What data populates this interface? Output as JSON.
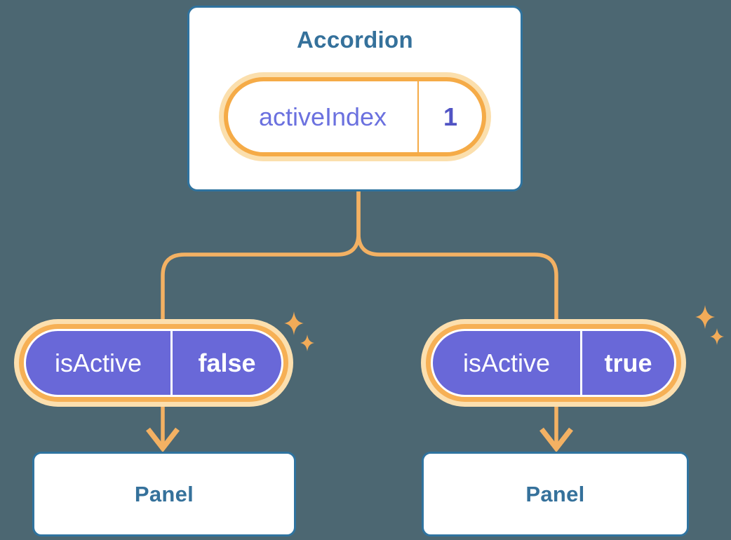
{
  "diagram": {
    "root": {
      "title": "Accordion",
      "state": {
        "label": "activeIndex",
        "value": "1"
      }
    },
    "branches": [
      {
        "prop": {
          "label": "isActive",
          "value": "false"
        },
        "target": {
          "label": "Panel"
        }
      },
      {
        "prop": {
          "label": "isActive",
          "value": "true"
        },
        "target": {
          "label": "Panel"
        }
      }
    ]
  },
  "icons": {
    "sparkle": "sparkle-icon",
    "arrow": "arrow-down-icon"
  },
  "colors": {
    "background": "#4C6772",
    "card_background": "#FFFFFF",
    "card_border": "#2F739F",
    "card_text": "#35719B",
    "state_label_text": "#6B71DF",
    "state_value_text": "#5154C4",
    "pill_ring_orange": "#F5AB47",
    "pill_ring_halo": "#FBDFAD",
    "prop_pill_fill": "#6968D8",
    "prop_pill_text": "#FFFFFF",
    "connector": "#F3B163",
    "sparkle": "#F2AB58"
  }
}
